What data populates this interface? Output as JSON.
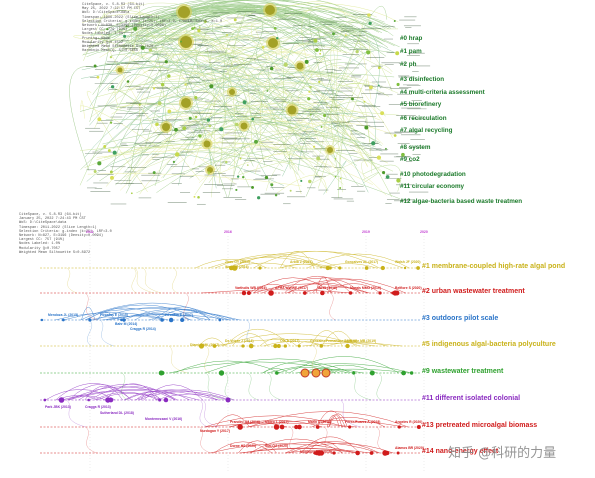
{
  "top_meta": [
    "CiteSpace, v. 5.8.R3 (64-bit)",
    "May 25, 2022 7:22:57 PM CST",
    "WoS: D:\\CiteSpace\\data",
    "Timespan: 1996-2022 (Slice Length=1)",
    "Selection Criteria: g-index (k=25), LRF=3.0, L/N=10, LBY=5, e=1.0",
    "Network: N=830, E=3356 (Density=0.0098)",
    "Largest CC: 779 (93%)",
    "Nodes Labeled: 1.0%",
    "Pruning: None",
    "Modularity Q=0.4532",
    "Weighted Mean Silhouette S=0.7526",
    "Harmonic Mean(Q, S)=0.5656"
  ],
  "top_clusters": [
    "#0 hrap",
    "#1 pam",
    "#2 ph",
    "#3 disinfection",
    "#4 multi-criteria assessment",
    "#5 biorefinery",
    "#6 recirculation",
    "#7 algal recycling",
    "#8 system",
    "#9 co2",
    "#10 photodegradation",
    "#11 circular economy",
    "#12 algae-bacteria based waste treatmen"
  ],
  "bottom_meta": [
    "CiteSpace, v. 5.8.R3 (64-bit)",
    "January 25, 2022 7:24:43 PM CST",
    "WoS: D:\\CiteSpace\\data",
    "Timespan: 2011-2022 (Slice Length=1)",
    "Selection Criteria: g-index (k=25), LRF=3.0",
    "Network: N=827, E=3196 (Density=0.0094)",
    "Largest CC: 757 (91%)",
    "Nodes Labeled: 1.0%",
    "Modularity Q=0.7057",
    "Weighted Mean Silhouette S=0.8972"
  ],
  "bottom_years": [
    "2011",
    "2016",
    "2019",
    "2020"
  ],
  "bottom_clusters": [
    {
      "label": "#1 membrane-coupled high-rate algal pond",
      "color": "#c9b21a"
    },
    {
      "label": "#2 urban wastewater treatment",
      "color": "#d01c1c"
    },
    {
      "label": "#3 outdoors pilot scale",
      "color": "#2a74c8"
    },
    {
      "label": "#5 indigenous algal-bacteria polyculture",
      "color": "#c9b21a"
    },
    {
      "label": "#9 wastewater treatment",
      "color": "#2fa12f"
    },
    {
      "label": "#11 different isolated colonial",
      "color": "#8a2bc0"
    },
    {
      "label": "#13 pretreated microalgal biomass",
      "color": "#d01c1c"
    },
    {
      "label": "#14 nano-energy effect",
      "color": "#d01c1c"
    }
  ],
  "node_labels": [
    "Zhou GY (2014)",
    "Wang M (2016)",
    "Arbib Z (2017)",
    "Gonçalves AL (2017)",
    "Walsh JF (2020)",
    "Vartholis WB (2016)",
    "APHA WWWE (2017)",
    "WHO (2016)",
    "Morais MMG (2019)",
    "Belfiore S (2020)",
    "Mendoza JL (2015)",
    "Posadas E (2015)",
    "Bahr M (2014)",
    "Craggs R (2014)",
    "Posadas E (2017)",
    "De Vrieze J (2016)",
    "Dlamini MK (2017)",
    "Ota A (2017)",
    "Gonzalez-Fernandez C (2018)",
    "Matharte MB (2019)",
    "Sutherland DL (2018)",
    "Park JBK (2013)",
    "Craggs R (2013)",
    "Montemezzani V (2016)",
    "Nurdogan Y (2017)",
    "Prandini JM (2016)",
    "Mateo L (2017)",
    "Marin D (2018)",
    "Pérez-Ruarez A (2018)",
    "Angeles R (2020)",
    "Dorne HS (2020)",
    "Sun QA (2020)",
    "Moghney RM (2019)",
    "Alamos BR (2020)"
  ],
  "watermark": "知乎 @科研的力量"
}
